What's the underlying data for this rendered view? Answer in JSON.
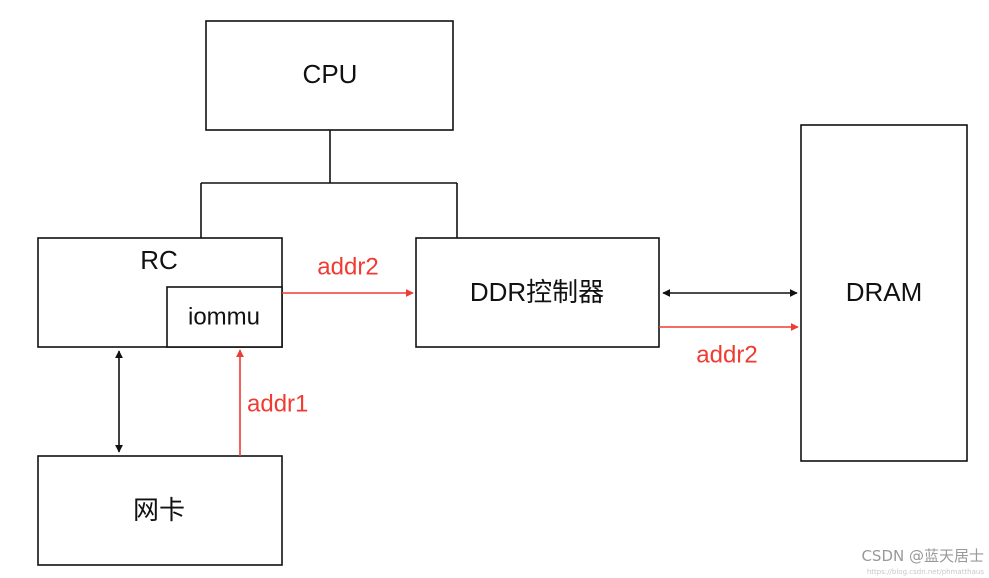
{
  "nodes": {
    "cpu": "CPU",
    "rc": "RC",
    "iommu": "iommu",
    "ddr": "DDR控制器",
    "dram": "DRAM",
    "nic": "网卡"
  },
  "edges": {
    "iommu_to_ddr": "addr2",
    "ddr_to_dram": "addr2",
    "nic_to_iommu": "addr1"
  },
  "colors": {
    "line": "#111111",
    "highlight": "#ef3b32"
  },
  "watermark": {
    "text": "CSDN @蓝天居士"
  }
}
